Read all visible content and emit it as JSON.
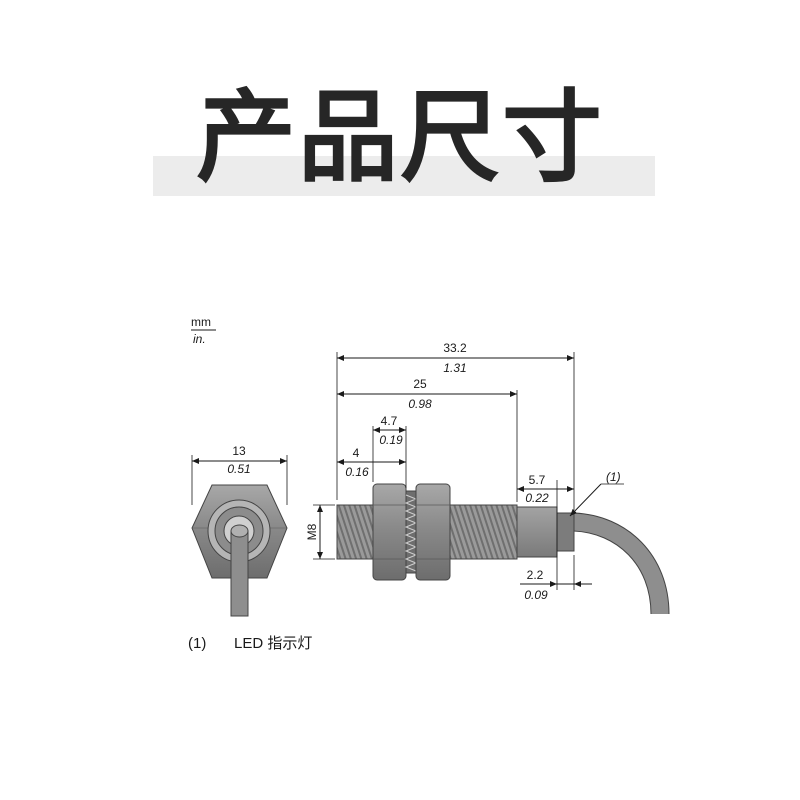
{
  "header": {
    "title": "产品尺寸"
  },
  "units": {
    "primary": "mm",
    "secondary": "in."
  },
  "dimensions": {
    "overall_length": {
      "mm": "33.2",
      "in": "1.31"
    },
    "thread_length": {
      "mm": "25",
      "in": "0.98"
    },
    "nut_width": {
      "mm": "4.7",
      "in": "0.19"
    },
    "front_offset": {
      "mm": "4",
      "in": "0.16"
    },
    "body_tail": {
      "mm": "5.7",
      "in": "0.22"
    },
    "led_cap": {
      "mm": "2.2",
      "in": "0.09"
    },
    "hex_width": {
      "mm": "13",
      "in": "0.51"
    },
    "thread_size": "M8"
  },
  "callout": {
    "marker": "(1)"
  },
  "legend": {
    "marker": "(1)",
    "text": "LED 指示灯"
  }
}
